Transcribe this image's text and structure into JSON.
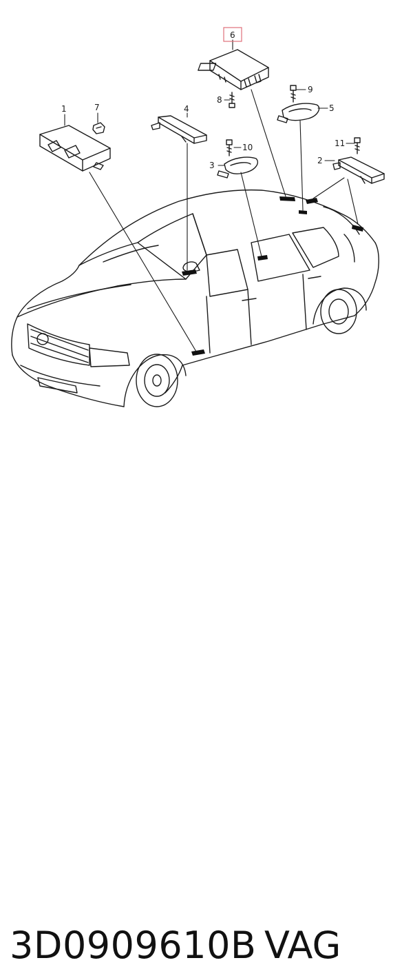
{
  "callouts": {
    "c1": "1",
    "c2": "2",
    "c3": "3",
    "c4": "4",
    "c5": "5",
    "c6": "6",
    "c7": "7",
    "c8": "8",
    "c9": "9",
    "c10": "10",
    "c11": "11"
  },
  "highlight_color": "#e0707a",
  "caption": {
    "part_number": "3D0909610B",
    "brand": "VAG"
  }
}
